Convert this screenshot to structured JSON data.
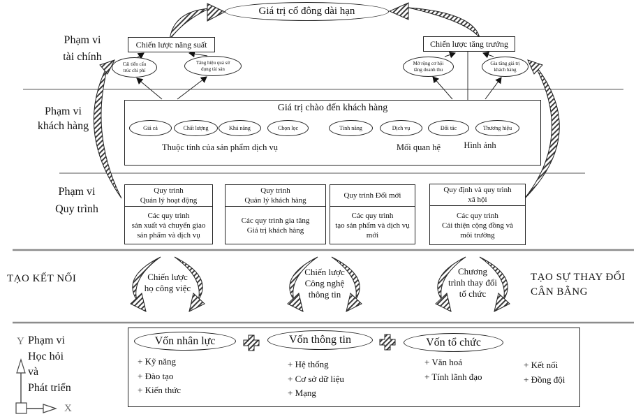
{
  "diagram": {
    "goal": "Giá trị cổ đông dài hạn",
    "financial": {
      "label": "Phạm vi\ntài chính",
      "productivity_box": "Chiến lược năng suất",
      "growth_box": "Chiến lược tăng trưởng",
      "ovals": [
        "Cải tiến cấu\ntrúc chi phí",
        "Tăng hiệu quả sử\ndụng tài sản",
        "Mở rộng cơ hội\ntăng doanh thu",
        "Gia tăng giá trị\nkhách hàng"
      ]
    },
    "customer": {
      "label": "Phạm vi\nkhách hàng",
      "title": "Giá trị chào đến khách hàng",
      "ovals": [
        "Giá cả",
        "Chất lượng",
        "Khả năng",
        "Chọn lọc",
        "Tính năng",
        "Dịch vụ",
        "Đối tác",
        "Thương hiệu"
      ],
      "captions": [
        "Thuộc tính của sản phẩm dịch vụ",
        "Mối quan hệ",
        "Hình ảnh"
      ]
    },
    "process": {
      "label": "Phạm vi\nQuy trình",
      "boxes": [
        {
          "header": "Quy trình\nQuản lý hoạt động",
          "body": "Các quy trình\nsản xuất và chuyển giao\nsản phẩm và dịch vụ"
        },
        {
          "header": "Quy trình\nQuản lý khách hàng",
          "body": "Các quy trình gia tăng\nGiá trị khách hàng"
        },
        {
          "header": "Quy trình Đổi mới",
          "body": "Các quy trình\ntạo sản phẩm và dịch vụ\nmới"
        },
        {
          "header": "Quy định và quy trình\nxã hội",
          "body": "Các quy trình\nCải thiện cộng đồng và\nmôi trường"
        }
      ]
    },
    "connect": {
      "left_label": "TẠO KẾT NỐI",
      "right_label": "TẠO SỰ THAY ĐỔI\nCÂN BẰNG",
      "cycles": [
        "Chiến lược\nhọ công việc",
        "Chiến lược\nCông nghệ\nthông tin",
        "Chương\ntrình thay đổi\ntổ chức"
      ]
    },
    "learning": {
      "label": "Phạm vi\nHọc hỏi\nvà\nPhát triển",
      "capitals": [
        {
          "title": "Vốn nhân lực",
          "items": "+ Kỹ năng\n+ Đào tạo\n+ Kiến thức"
        },
        {
          "title": "Vốn thông tin",
          "items": "+ Hệ thống\n+ Cơ sở dữ liệu\n+ Mạng"
        },
        {
          "title": "Vốn tổ chức",
          "items": "+ Văn hoá\n+ Tính lãnh đạo"
        }
      ],
      "extra_items": "+ Kết nối\n+ Đồng đội"
    },
    "axis": {
      "x_label": "X",
      "y_label": "Y"
    }
  }
}
